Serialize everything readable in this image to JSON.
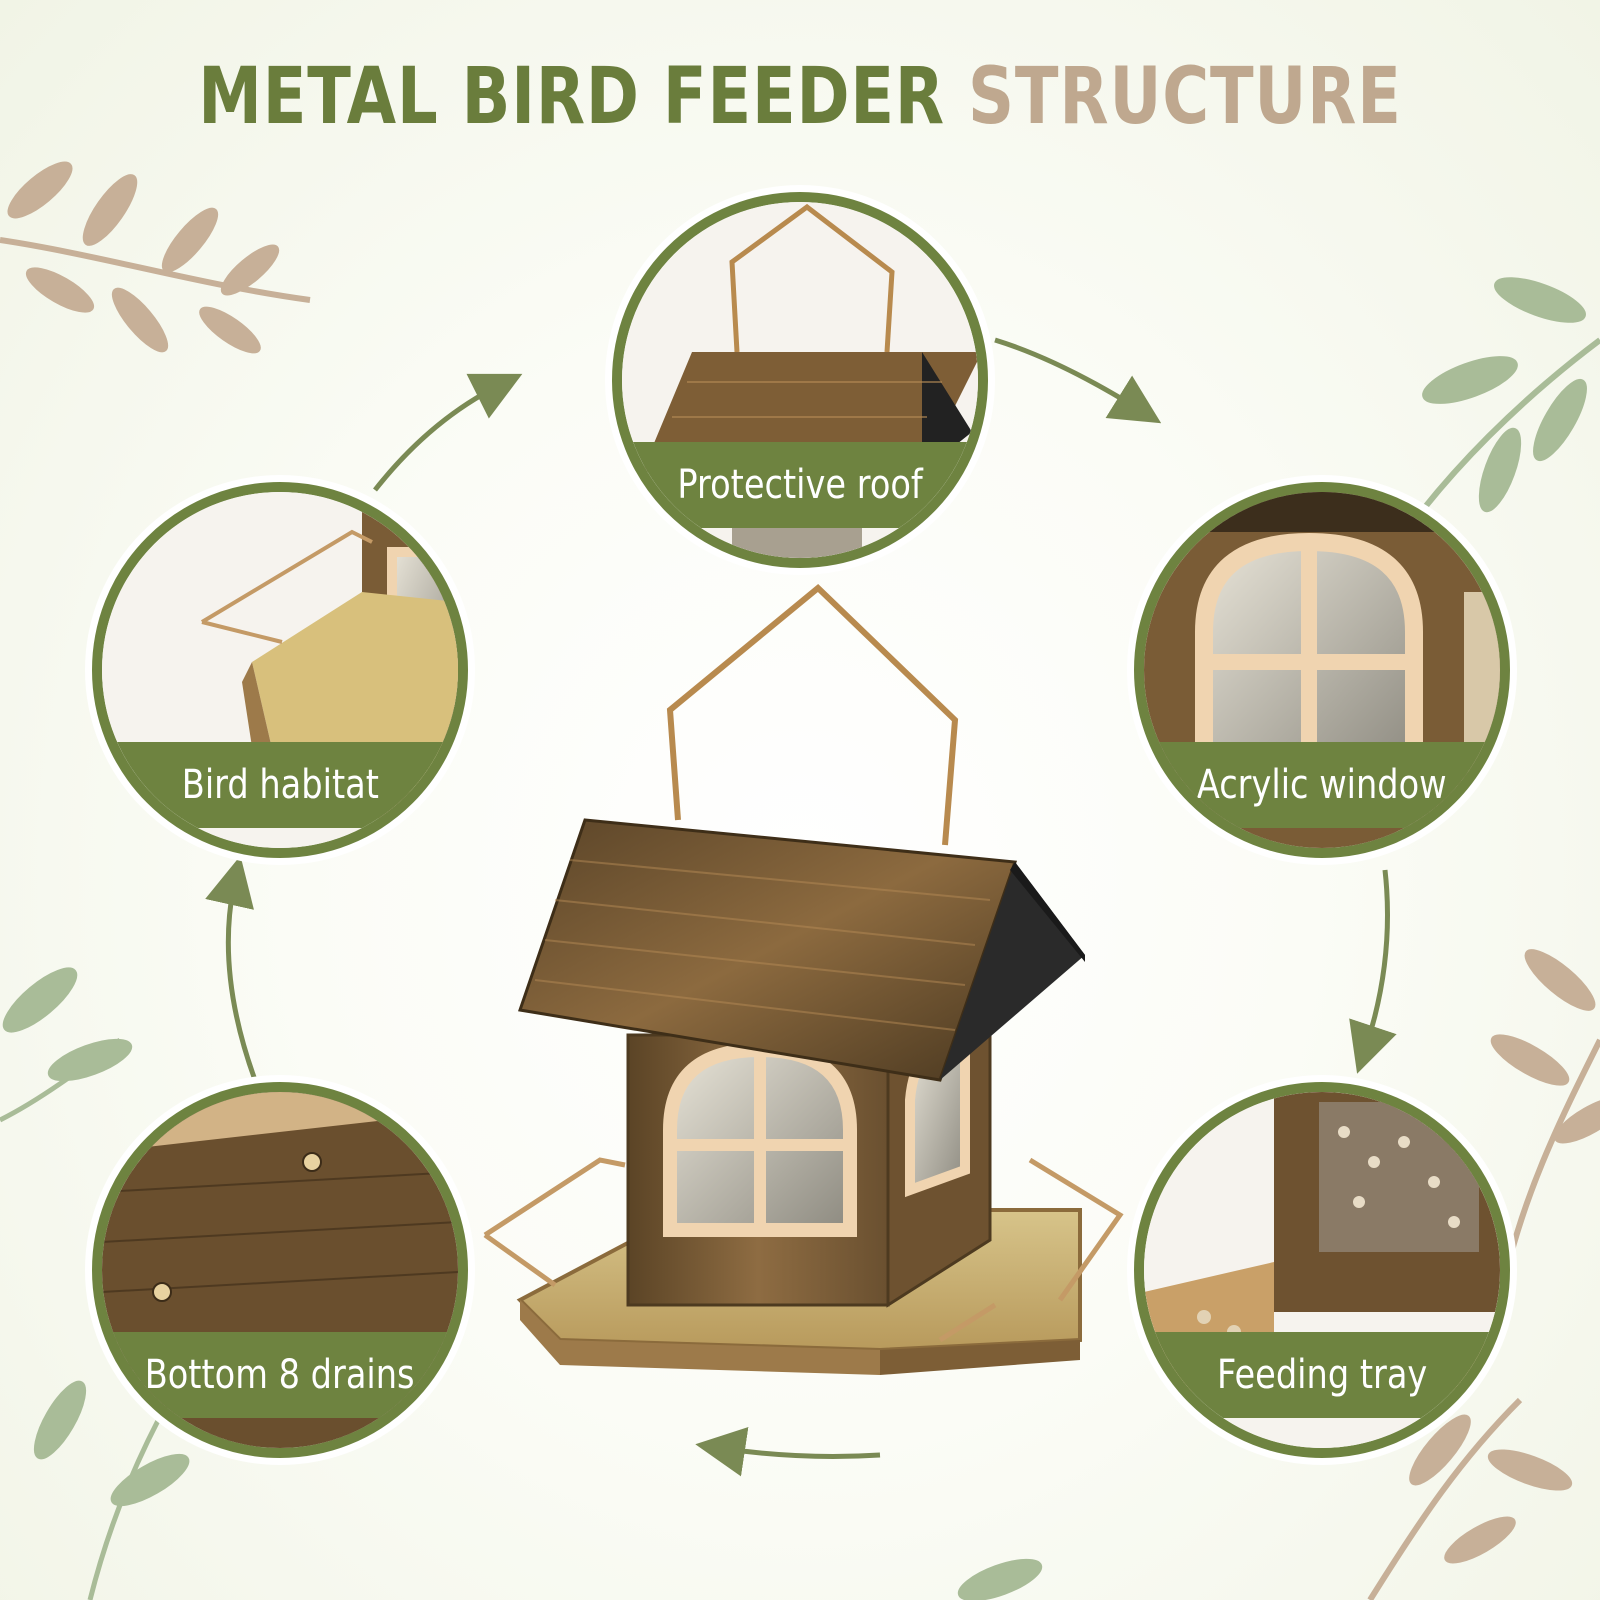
{
  "title": {
    "part1": "METAL BIRD FEEDER",
    "part2": "STRUCTURE",
    "colors": {
      "green": "#6a7d3c",
      "tan": "#bfa88f"
    }
  },
  "callouts": [
    {
      "id": "protective-roof",
      "label": "Protective roof"
    },
    {
      "id": "acrylic-window",
      "label": "Acrylic window"
    },
    {
      "id": "feeding-tray",
      "label": "Feeding tray"
    },
    {
      "id": "bottom-drains",
      "label": "Bottom 8 drains"
    },
    {
      "id": "bird-habitat",
      "label": "Bird habitat"
    }
  ],
  "colors": {
    "ring": "#6e8340",
    "arrow": "#7a8a54",
    "bronze": "#8a6a3e",
    "copper": "#d9a77a",
    "leaf_tan": "#c7b098",
    "leaf_sage": "#a9bc98"
  },
  "icons": [
    "flow-arrow-icon",
    "leaf-branch-icon"
  ]
}
